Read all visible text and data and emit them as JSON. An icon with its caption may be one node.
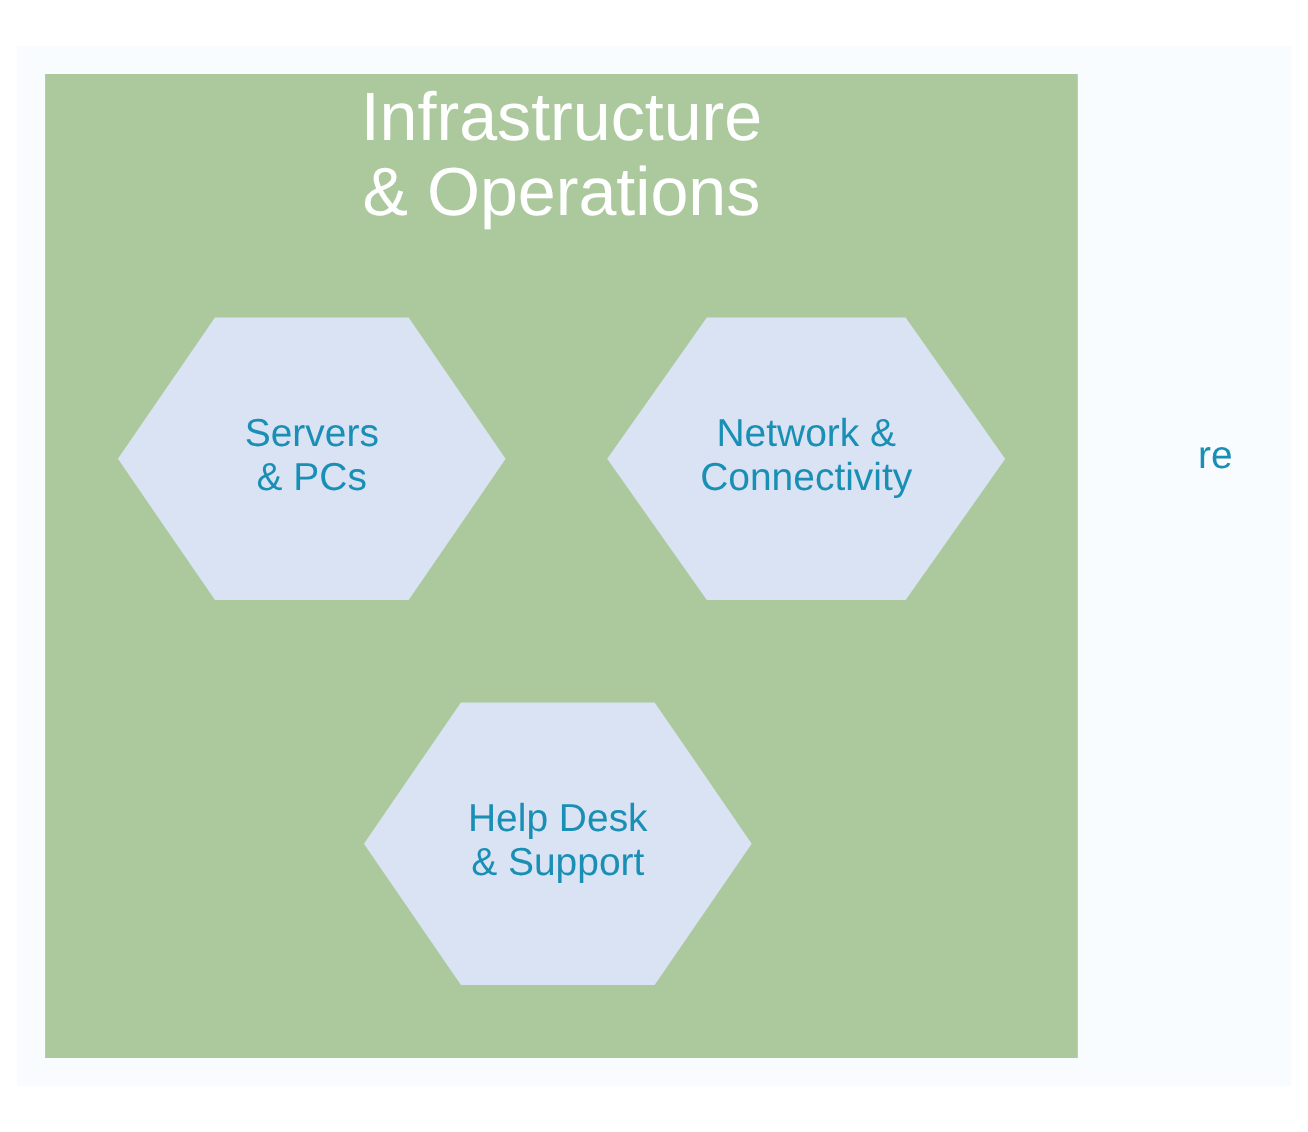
{
  "diagram": {
    "nodes": [
      {
        "text": [
          "Infrastructure & Operations"
        ]
      },
      {
        "text": [
          "Network & Connectivity"
        ],
        "in": 0
      },
      {
        "text": [
          "Servers & PCs"
        ],
        "in": 0
      },
      {
        "text": [
          "Help Desk & Support"
        ],
        "in": 0
      }
    ],
    "labels": [
      "re"
    ]
  }
}
